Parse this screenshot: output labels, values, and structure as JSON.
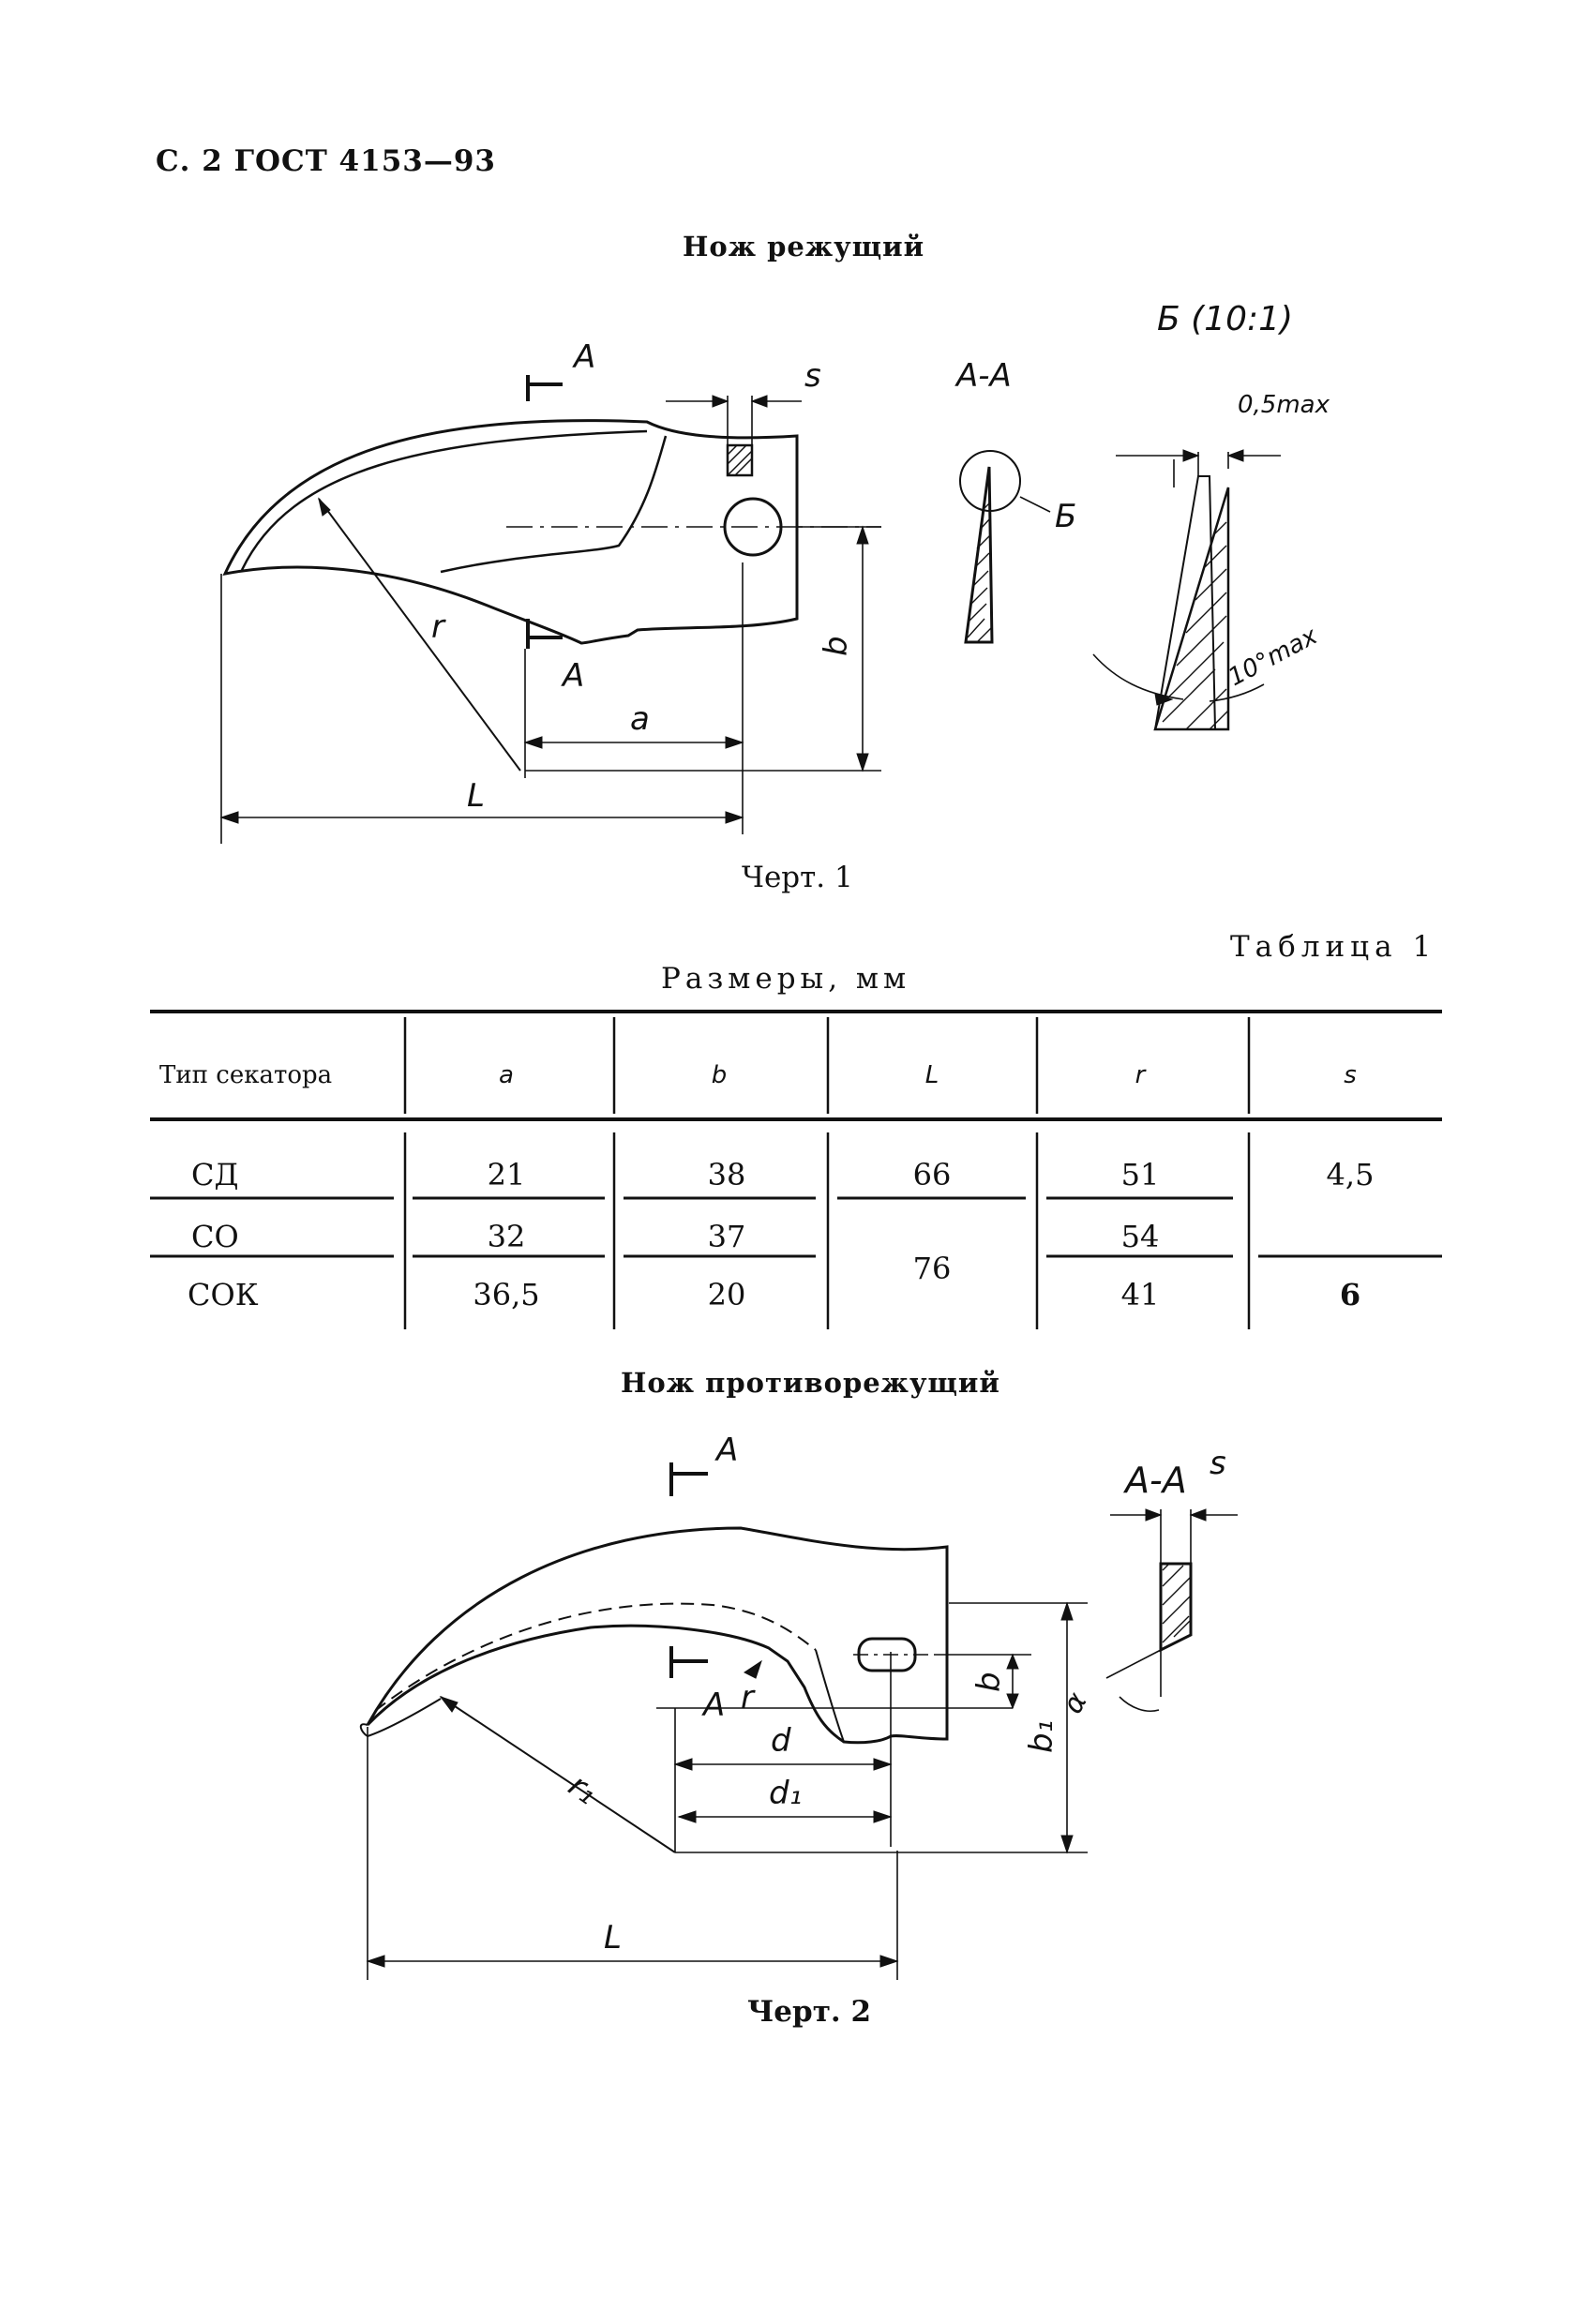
{
  "header": "С. 2 ГОСТ 4153—93",
  "section1_title": "Нож режущий",
  "fig1": {
    "caption": "Черт. 1",
    "labels": {
      "section_mark_top": "А",
      "section_mark_bottom": "А",
      "s": "s",
      "b": "b",
      "a": "a",
      "L": "L",
      "r": "r",
      "section_title": "А-А",
      "callout": "Б",
      "detail_title": "Б (10:1)",
      "tol_top": "0,5max",
      "tol_angle": "10°max"
    }
  },
  "table1": {
    "label": "Таблица 1",
    "dims": "Размеры, мм",
    "headers": [
      "Тип секатора",
      "a",
      "b",
      "L",
      "r",
      "s"
    ],
    "rows": [
      {
        "type": "СД",
        "a": "21",
        "b": "38",
        "r": "51"
      },
      {
        "type": "СО",
        "a": "32",
        "b": "37",
        "r": "54"
      },
      {
        "type": "СОК",
        "a": "36,5",
        "b": "20",
        "r": "41"
      }
    ],
    "L_values": [
      "66",
      "76"
    ],
    "s_values": [
      "4,5",
      "6"
    ]
  },
  "section2_title": "Нож противорежущий",
  "fig2": {
    "caption": "Черт. 2",
    "labels": {
      "section_mark_top": "А",
      "section_mark_bottom": "А",
      "r": "r",
      "r1": "r₁",
      "d": "d",
      "d1": "d₁",
      "b": "b",
      "b1": "b₁",
      "L": "L",
      "section_title": "А-А",
      "s": "s",
      "alpha": "α"
    }
  }
}
